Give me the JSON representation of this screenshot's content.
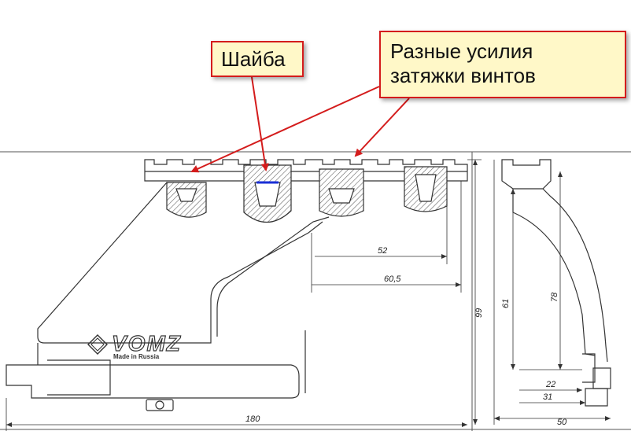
{
  "callouts": {
    "washer": "Шайба",
    "torque_line1": "Разные усилия",
    "torque_line2": "затяжки винтов"
  },
  "dimensions": {
    "d52": "52",
    "d60_5": "60,5",
    "d99": "99",
    "d180": "180",
    "d61": "61",
    "d78": "78",
    "d22": "22",
    "d31": "31",
    "d50": "50"
  },
  "logo": {
    "brand": "VOMZ",
    "made_in": "Made in Russia"
  },
  "colors": {
    "callout_border": "#d41c1c",
    "callout_fill": "#fff8c8",
    "arrow": "#d41c1c",
    "washer_mark": "#1a2fd6",
    "line": "#333333"
  }
}
